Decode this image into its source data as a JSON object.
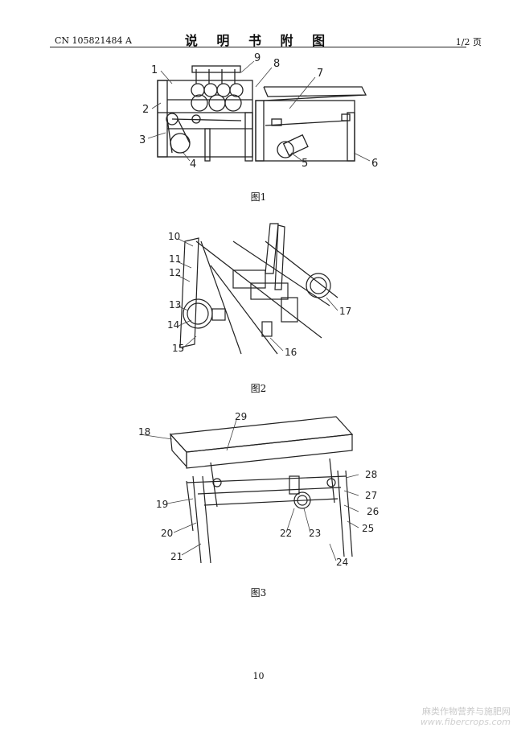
{
  "header": {
    "patent_number": "CN 105821484 A",
    "title": "说 明 书 附 图",
    "page_marker": "1/2 页"
  },
  "figures": [
    {
      "caption": "图1",
      "labels": [
        "1",
        "2",
        "3",
        "4",
        "5",
        "6",
        "7",
        "8",
        "9"
      ]
    },
    {
      "caption": "图2",
      "labels": [
        "10",
        "11",
        "12",
        "13",
        "14",
        "15",
        "16",
        "17"
      ]
    },
    {
      "caption": "图3",
      "labels": [
        "18",
        "19",
        "20",
        "21",
        "22",
        "23",
        "24",
        "25",
        "26",
        "27",
        "28",
        "29"
      ]
    }
  ],
  "footer": {
    "page_number": "10"
  },
  "watermark": {
    "chinese": "麻类作物营养与施肥网",
    "english": "www.fibercrops.com"
  }
}
